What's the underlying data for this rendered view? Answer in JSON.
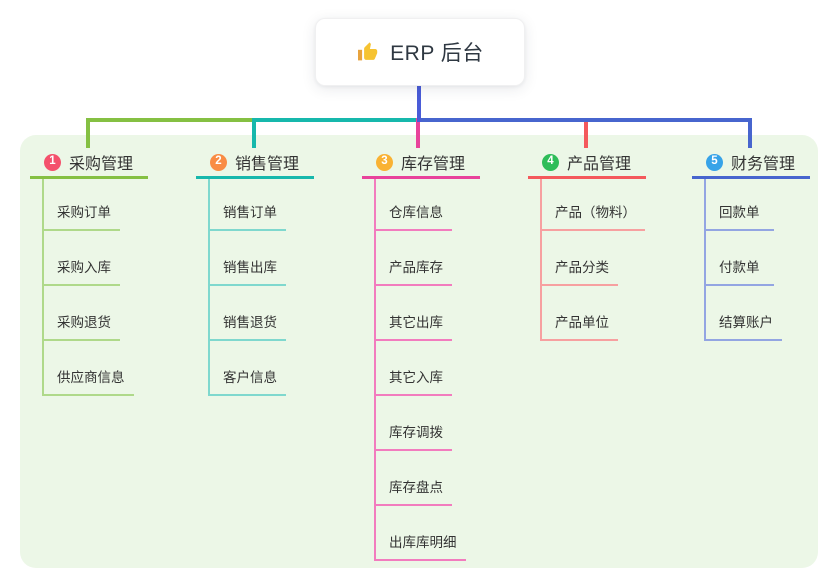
{
  "root": {
    "label": "ERP 后台",
    "icon": "thumbs-up-icon"
  },
  "colors": {
    "canvas_background": "#ffffff",
    "panel_background": "#ECF7E7",
    "root_connector": "#4A5CD8",
    "root_text": "#2F3842",
    "node_text": "#333333",
    "thumb_yellow": "#F6C331",
    "thumb_cuff": "#E8A33D"
  },
  "branches": [
    {
      "index": "1",
      "label": "采购管理",
      "badge_color": "#F4516C",
      "line_color": "#85C043",
      "child_line_color": "#AFD98A",
      "children": [
        "采购订单",
        "采购入库",
        "采购退货",
        "供应商信息"
      ]
    },
    {
      "index": "2",
      "label": "销售管理",
      "badge_color": "#F98C44",
      "line_color": "#17B8AC",
      "child_line_color": "#7FD8CE",
      "children": [
        "销售订单",
        "销售出库",
        "销售退货",
        "客户信息"
      ]
    },
    {
      "index": "3",
      "label": "库存管理",
      "badge_color": "#F9B233",
      "line_color": "#E8439B",
      "child_line_color": "#F27CBE",
      "children": [
        "仓库信息",
        "产品库存",
        "其它出库",
        "其它入库",
        "库存调拨",
        "库存盘点",
        "出库库明细"
      ]
    },
    {
      "index": "4",
      "label": "产品管理",
      "badge_color": "#2EBD59",
      "line_color": "#F4595C",
      "child_line_color": "#F7A0A0",
      "children": [
        "产品（物料）",
        "产品分类",
        "产品单位"
      ]
    },
    {
      "index": "5",
      "label": "财务管理",
      "badge_color": "#37A3E8",
      "line_color": "#4765CE",
      "child_line_color": "#93A5E2",
      "children": [
        "回款单",
        "付款单",
        "结算账户"
      ]
    }
  ]
}
